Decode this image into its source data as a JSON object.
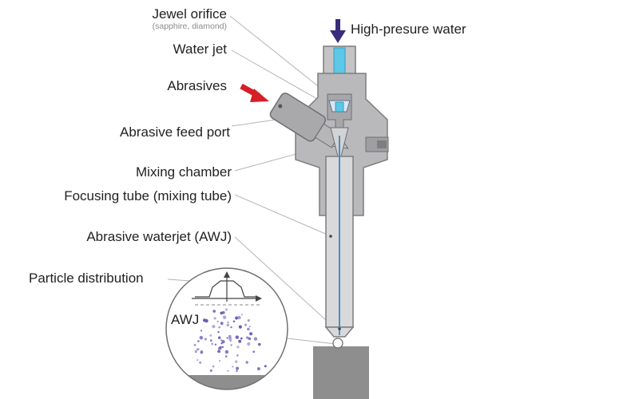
{
  "labels": {
    "jewel_orifice": "Jewel orifice",
    "jewel_orifice_sub": "(sapphire, diamond)",
    "high_pressure_water": "High-presure water",
    "water_jet": "Water jet",
    "abrasives": "Abrasives",
    "abrasive_feed_port": "Abrasive feed port",
    "mixing_chamber": "Mixing chamber",
    "focusing_tube": "Focusing tube (mixing tube)",
    "abrasive_waterjet": "Abrasive waterjet (AWJ)",
    "particle_distribution": "Particle distribution",
    "awj": "AWJ"
  },
  "colors": {
    "body_gray": "#b7b7b9",
    "body_dark": "#8f8f91",
    "water_blue": "#5cc7e6",
    "arrow_red": "#d41f26",
    "arrow_purple": "#3a2a7a",
    "particle_purple": "#6a5ab4",
    "workpiece": "#8e8e8e"
  },
  "icons": {
    "high_pressure_arrow": "down-arrow-icon",
    "abrasives_arrow": "diagonal-arrow-icon"
  }
}
